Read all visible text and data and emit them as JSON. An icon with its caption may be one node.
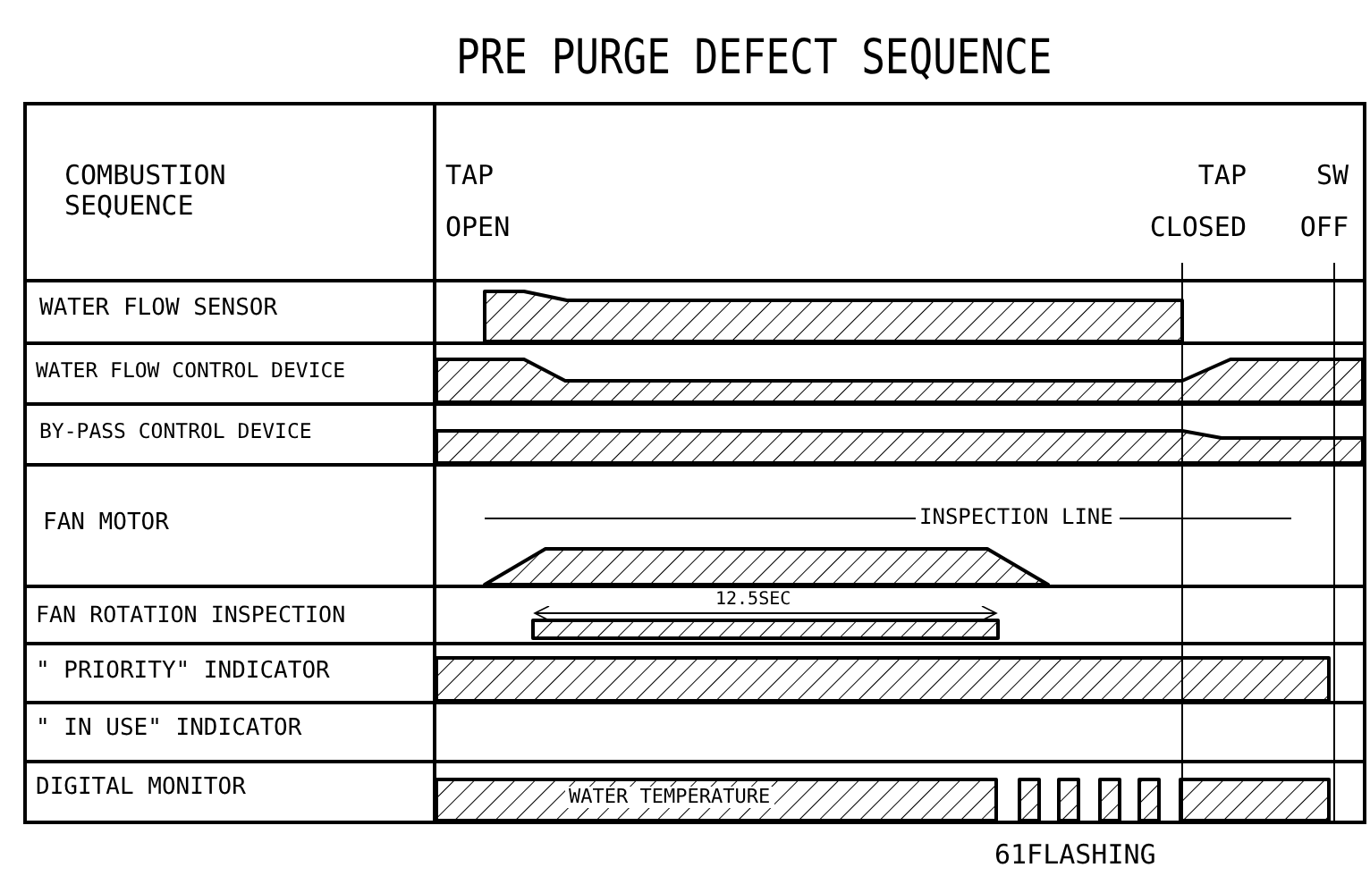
{
  "diagram": {
    "title": "PRE PURGE DEFECT SEQUENCE",
    "labels": [
      "COMBUSTION SEQUENCE",
      "TAP OPEN",
      "TAP CLOSED",
      "SW OFF",
      "WATER FLOW SENSOR",
      "WATER FLOW CONTROL DEVICE",
      "BY-PASS CONTROL DEVICE",
      "FAN MOTOR",
      "FAN ROTATION INSPECTION",
      "\" PRIORITY\" INDICATOR",
      "\" IN USE\" INDICATOR",
      "DIGITAL MONITOR",
      "INSPECTION LINE",
      "12.5SEC",
      "WATER TEMPERATURE",
      "61FLASHING"
    ]
  }
}
